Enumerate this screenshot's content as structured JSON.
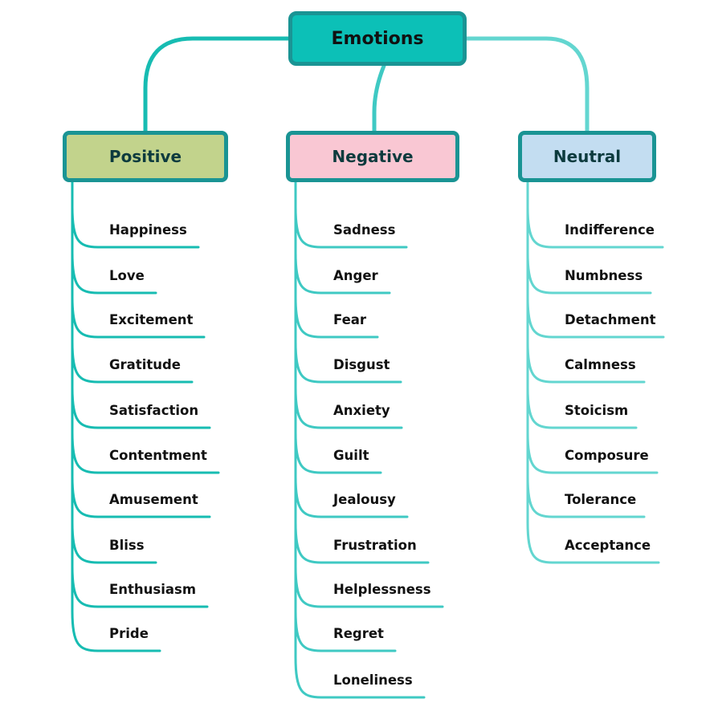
{
  "root": {
    "label": "Emotions",
    "color": "#0cc0b7",
    "border": "#1a9494"
  },
  "categories": [
    {
      "label": "Positive",
      "fill": "#c2d38c",
      "line": "#17bcb2",
      "items": [
        "Happiness",
        "Love",
        "Excitement",
        "Gratitude",
        "Satisfaction",
        "Contentment",
        "Amusement",
        "Bliss",
        "Enthusiasm",
        "Pride"
      ]
    },
    {
      "label": "Negative",
      "fill": "#f9c7d3",
      "line": "#3fc9c3",
      "items": [
        "Sadness",
        "Anger",
        "Fear",
        "Disgust",
        "Anxiety",
        "Guilt",
        "Jealousy",
        "Frustration",
        "Helplessness",
        "Regret",
        "Loneliness"
      ]
    },
    {
      "label": "Neutral",
      "fill": "#c3ddf1",
      "line": "#63d6d0",
      "items": [
        "Indifference",
        "Numbness",
        "Detachment",
        "Calmness",
        "Stoicism",
        "Composure",
        "Tolerance",
        "Acceptance"
      ]
    }
  ]
}
